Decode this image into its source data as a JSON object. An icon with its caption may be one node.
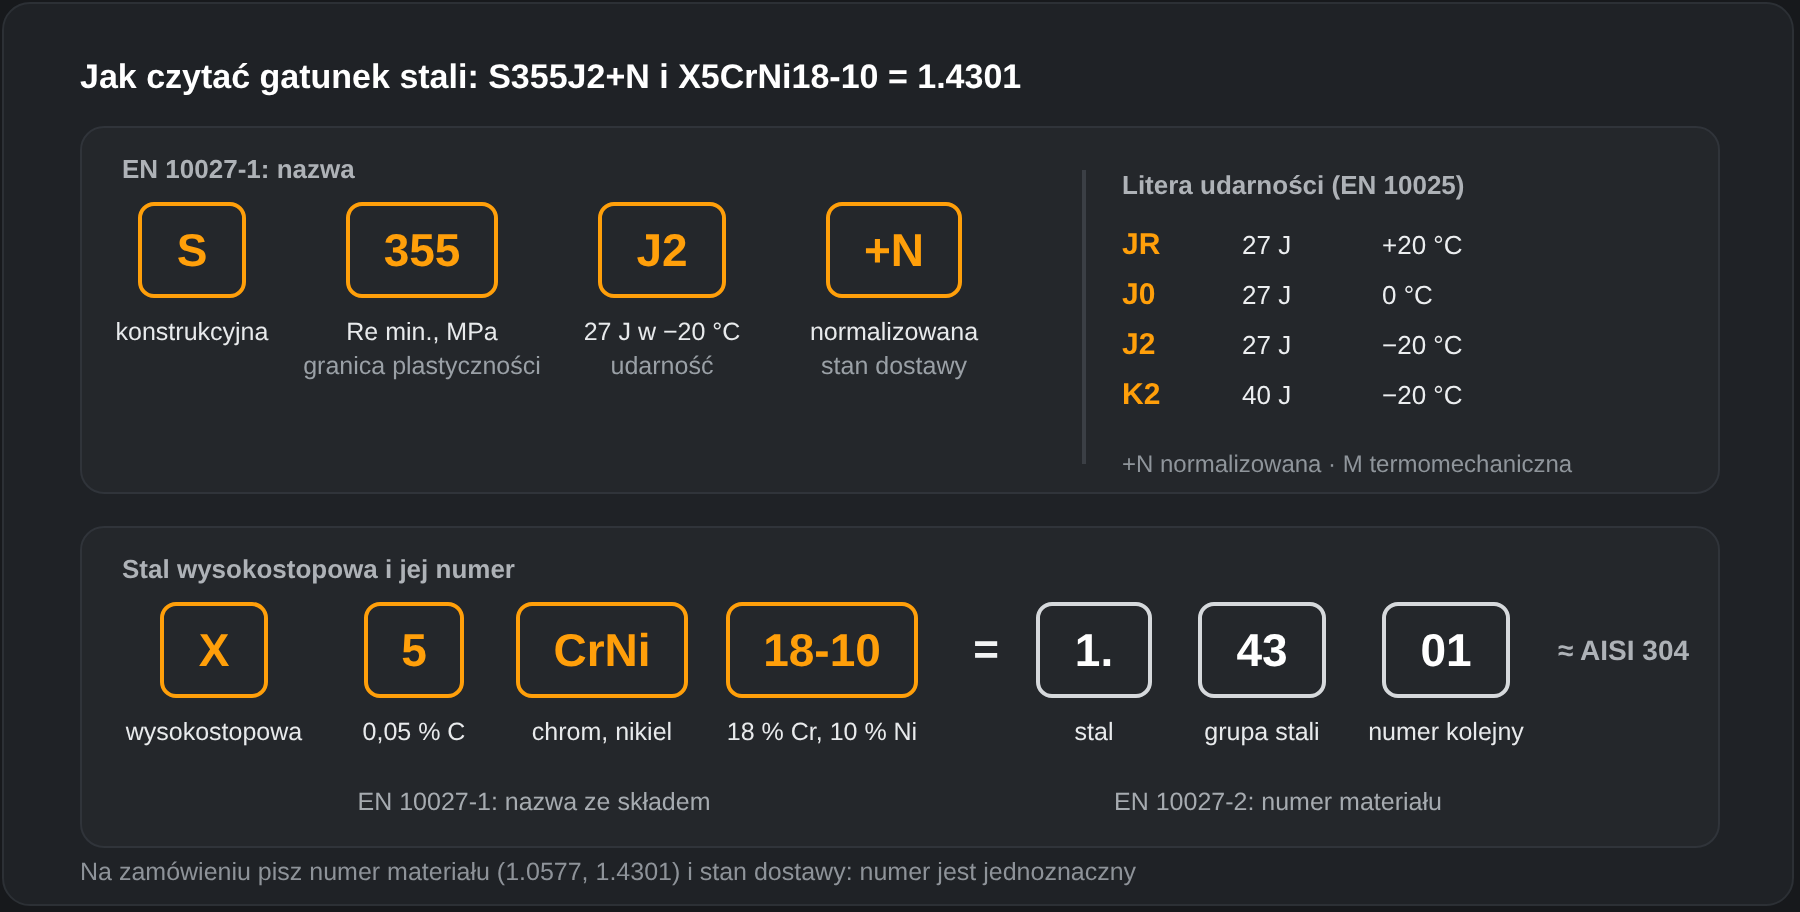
{
  "diagram": {
    "title": "Jak czytać gatunek stali: S355J2+N i X5CrNi18-10 = 1.4301",
    "caption": "Na zamówieniu pisz numer materiału (1.0577, 1.4301) i stan dostawy: numer jest jednoznaczny",
    "nodes": [
      {
        "text": [
          "EN 10027-1: nazwa"
        ]
      },
      {
        "text": [
          "S"
        ],
        "in": 0,
        "beside": [
          "konstrukcyjna"
        ]
      },
      {
        "text": [
          "355"
        ],
        "in": 0,
        "beside": [
          "Re min., MPa",
          "granica plastyczności"
        ]
      },
      {
        "text": [
          "J2"
        ],
        "in": 0,
        "beside": [
          "27 J w −20 °C",
          "udarność"
        ]
      },
      {
        "text": [
          "+N"
        ],
        "in": 0,
        "beside": [
          "normalizowana",
          "stan dostawy"
        ]
      },
      {
        "text": [
          "Stal wysokostopowa i jej numer"
        ]
      },
      {
        "text": [
          "X"
        ],
        "in": 5,
        "beside": [
          "wysokostopowa"
        ]
      },
      {
        "text": [
          "5"
        ],
        "in": 5,
        "beside": [
          "0,05 % C"
        ]
      },
      {
        "text": [
          "CrNi"
        ],
        "in": 5,
        "beside": [
          "chrom, nikiel"
        ]
      },
      {
        "text": [
          "18-10"
        ],
        "in": 5,
        "beside": [
          "18 % Cr, 10 % Ni"
        ]
      },
      {
        "text": [
          "1."
        ],
        "in": 5,
        "beside": [
          "stal"
        ]
      },
      {
        "text": [
          "43"
        ],
        "in": 5,
        "beside": [
          "grupa stali"
        ]
      },
      {
        "text": [
          "01"
        ],
        "in": 5,
        "beside": [
          "numer kolejny"
        ]
      }
    ],
    "labels": [
      "Litera udarności (EN 10025)",
      "JR",
      "27 J",
      "+20 °C",
      "J0",
      "27 J",
      "0 °C",
      "J2",
      "27 J",
      "−20 °C",
      "K2",
      "40 J",
      "−20 °C",
      "+N normalizowana · M termomechaniczna",
      "=",
      "≈ AISI 304",
      "EN 10027-1: nazwa ze składem",
      "EN 10027-2: numer materiału"
    ]
  }
}
